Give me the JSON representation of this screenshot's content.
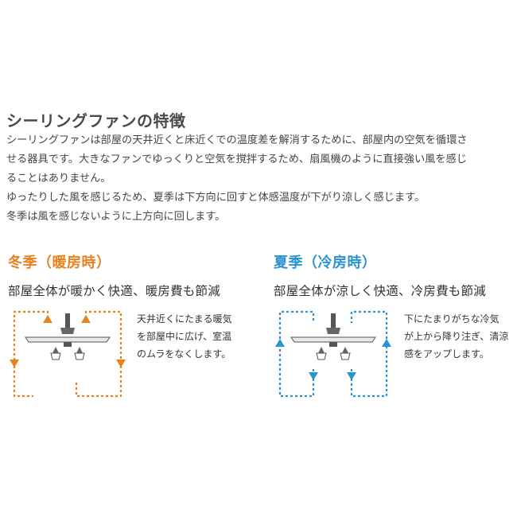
{
  "section": {
    "title": "シーリングファンの特徴",
    "lines": [
      "シーリングファンは部屋の天井近くと床近くでの温度差を解消するために、部屋内の空気を循環さ",
      "せる器具です。大きなファンでゆっくりと空気を撹拌するため、扇風機のように直接強い風を感じ",
      "ることはありません。",
      "ゆったりした風を感じるため、夏季は下方向に回すと体感温度が下がり涼しく感じます。",
      "冬季は風を感じないように上方向に回します。"
    ]
  },
  "winter": {
    "title": "冬季（暖房時）",
    "subtitle": "部屋全体が暖かく快適、暖房費も節減",
    "note_lines": [
      "天井近くにたまる暖気",
      "を部屋中に広げ、室温",
      "のムラをなくします。"
    ],
    "color": "#e8821e"
  },
  "summer": {
    "title": "夏季（冷房時）",
    "subtitle": "部屋全体が涼しく快適、冷房費も節減",
    "note_lines": [
      "下にたまりがちな冷気",
      "が上から降り注ぎ、清涼",
      "感をアップします。"
    ],
    "color": "#2a92d2"
  },
  "icons": {
    "fan": "ceiling-fan-icon"
  }
}
